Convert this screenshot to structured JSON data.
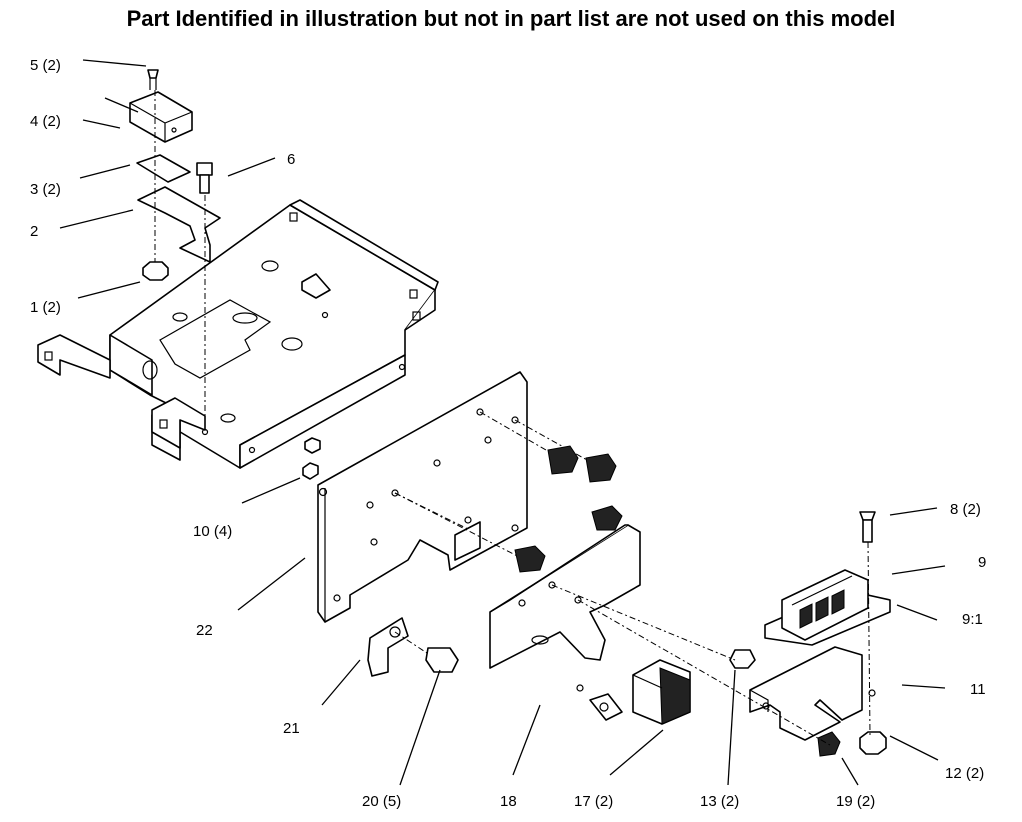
{
  "header": {
    "title": "Part Identified in illustration but not in part list are not used on this model"
  },
  "callouts": [
    {
      "id": "c1",
      "label": "1 (2)"
    },
    {
      "id": "c2",
      "label": "2"
    },
    {
      "id": "c3",
      "label": "3 (2)"
    },
    {
      "id": "c4",
      "label": "4 (2)"
    },
    {
      "id": "c5",
      "label": "5 (2)"
    },
    {
      "id": "c6",
      "label": "6"
    },
    {
      "id": "c8",
      "label": "8 (2)"
    },
    {
      "id": "c9",
      "label": "9"
    },
    {
      "id": "c91",
      "label": "9:1"
    },
    {
      "id": "c10",
      "label": "10 (4)"
    },
    {
      "id": "c11",
      "label": "11"
    },
    {
      "id": "c12",
      "label": "12 (2)"
    },
    {
      "id": "c13",
      "label": "13 (2)"
    },
    {
      "id": "c17",
      "label": "17 (2)"
    },
    {
      "id": "c18",
      "label": "18"
    },
    {
      "id": "c19",
      "label": "19 (2)"
    },
    {
      "id": "c20",
      "label": "20 (5)"
    },
    {
      "id": "c21",
      "label": "21"
    },
    {
      "id": "c22",
      "label": "22"
    }
  ]
}
